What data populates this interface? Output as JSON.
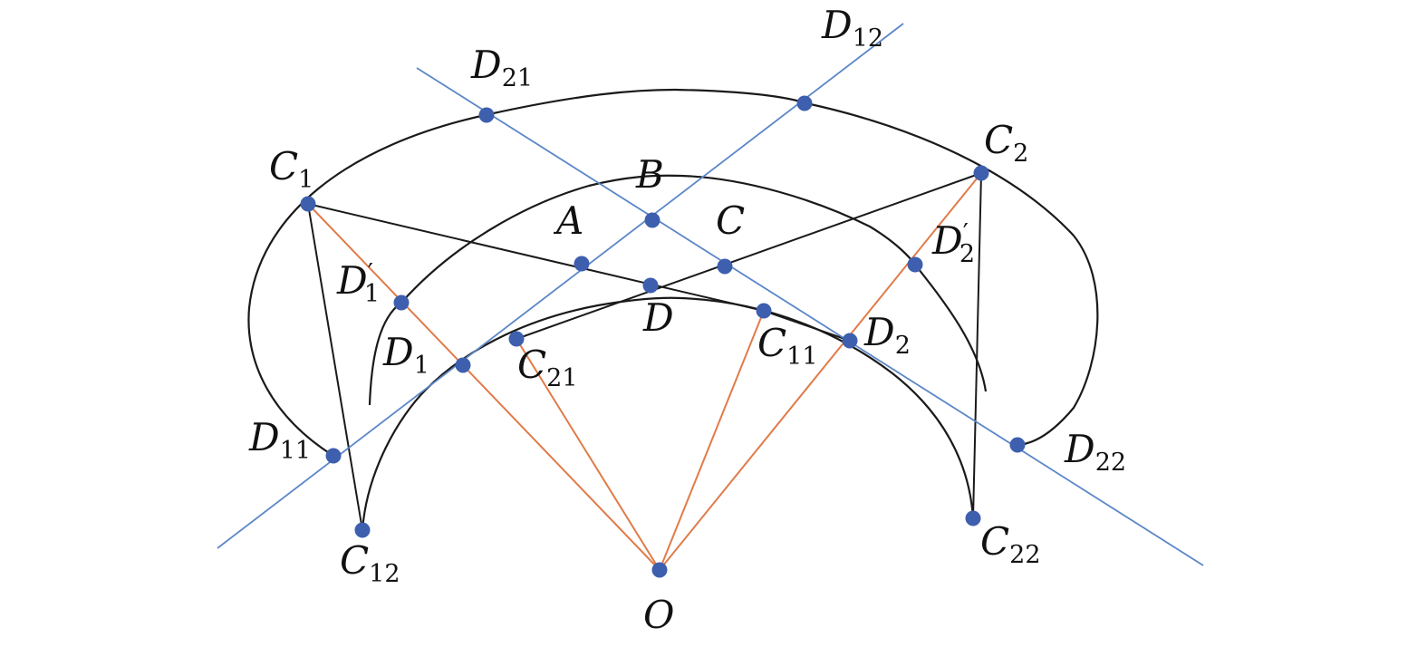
{
  "colors": {
    "curves": "#1a1a1a",
    "orange_lines": "#e07b48",
    "blue_lines": "#5b86c8",
    "points": "#3d5fae"
  },
  "labels": {
    "D12": {
      "base": "D",
      "sub": "12",
      "prime": ""
    },
    "D21": {
      "base": "D",
      "sub": "21",
      "prime": ""
    },
    "C1": {
      "base": "C",
      "sub": "1",
      "prime": ""
    },
    "C2": {
      "base": "C",
      "sub": "2",
      "prime": ""
    },
    "B": {
      "base": "B",
      "sub": "",
      "prime": ""
    },
    "A": {
      "base": "A",
      "sub": "",
      "prime": ""
    },
    "C": {
      "base": "C",
      "sub": "",
      "prime": ""
    },
    "D2p": {
      "base": "D",
      "sub": "2",
      "prime": "′"
    },
    "D1p": {
      "base": "D",
      "sub": "1",
      "prime": "′"
    },
    "D": {
      "base": "D",
      "sub": "",
      "prime": ""
    },
    "D1": {
      "base": "D",
      "sub": "1",
      "prime": ""
    },
    "C21": {
      "base": "C",
      "sub": "21",
      "prime": ""
    },
    "C11": {
      "base": "C",
      "sub": "11",
      "prime": ""
    },
    "D2": {
      "base": "D",
      "sub": "2",
      "prime": ""
    },
    "D11": {
      "base": "D",
      "sub": "11",
      "prime": ""
    },
    "D22": {
      "base": "D",
      "sub": "22",
      "prime": ""
    },
    "C12": {
      "base": "C",
      "sub": "12",
      "prime": ""
    },
    "C22": {
      "base": "C",
      "sub": "22",
      "prime": ""
    },
    "O": {
      "base": "O",
      "sub": "",
      "prime": ""
    }
  }
}
